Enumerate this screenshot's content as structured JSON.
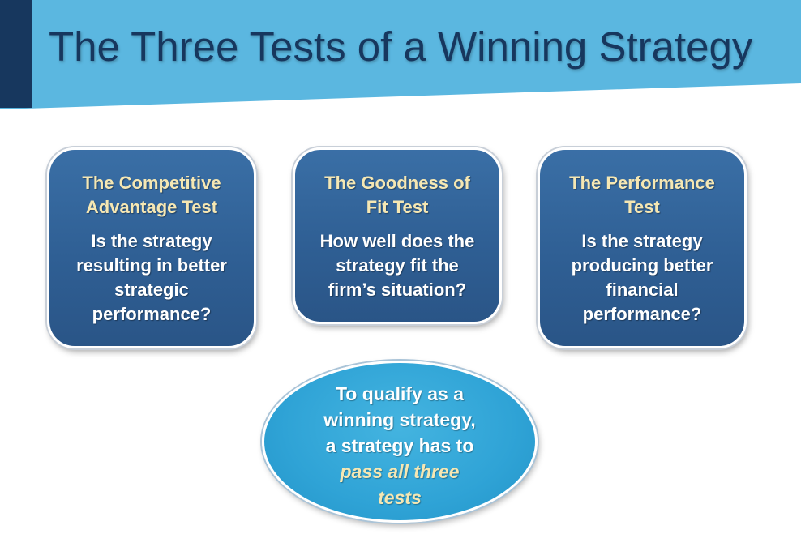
{
  "slide": {
    "title": "The Three Tests of a Winning Strategy",
    "colors": {
      "header_band": "#5bb7e0",
      "header_accent": "#17375e",
      "title_text": "#17375e",
      "box_fill": "#2f5f94",
      "box_title_text": "#f5e7b3",
      "box_body_text": "#ffffff",
      "oval_fill": "#2fa3d6",
      "oval_emphasis_text": "#f5e7b3"
    }
  },
  "tests": [
    {
      "title_lines": [
        "The Competitive",
        "Advantage Test"
      ],
      "question_lines": [
        "Is the strategy",
        "resulting in better",
        "strategic",
        "performance?"
      ]
    },
    {
      "title_lines": [
        "The Goodness of",
        "Fit Test"
      ],
      "question_lines": [
        "How well does the",
        "strategy fit the",
        "firm’s situation?"
      ]
    },
    {
      "title_lines": [
        "The Performance",
        "Test"
      ],
      "question_lines": [
        "Is the strategy",
        "producing better",
        "financial",
        "performance?"
      ]
    }
  ],
  "conclusion": {
    "lines": [
      "To qualify as a",
      "winning strategy,",
      "a strategy has to"
    ],
    "emphasis_lines": [
      "pass all three",
      "tests"
    ]
  }
}
